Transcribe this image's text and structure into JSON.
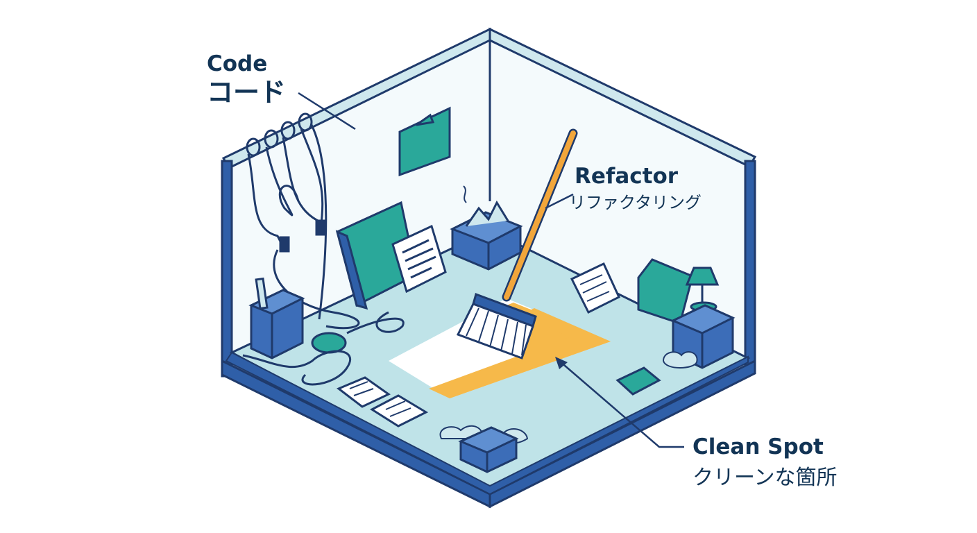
{
  "labels": {
    "code": {
      "en": "Code",
      "jp": "コード"
    },
    "refactor": {
      "en": "Refactor",
      "jp": "リファクタリング"
    },
    "clean_spot": {
      "en": "Clean Spot",
      "jp": "クリーンな箇所"
    }
  },
  "colors": {
    "outline": "#1f3a6b",
    "frame_blue": "#2f5fa8",
    "glass": "#cfe8ee",
    "floor": "#bfe3e8",
    "teal": "#2aa89a",
    "clean_orange": "#f6b94a",
    "clean_white": "#ffffff",
    "broom_handle": "#f2a63b",
    "box_blue": "#3c6db8"
  },
  "icons": [
    "room-frame-icon",
    "broom-icon",
    "folder-icon",
    "trash-box-icon",
    "cable-icon",
    "binder-icon",
    "document-icon",
    "pencil-cup-icon",
    "lamp-icon",
    "monitor-icon",
    "cardboard-box-icon",
    "dust-cloud-icon"
  ]
}
